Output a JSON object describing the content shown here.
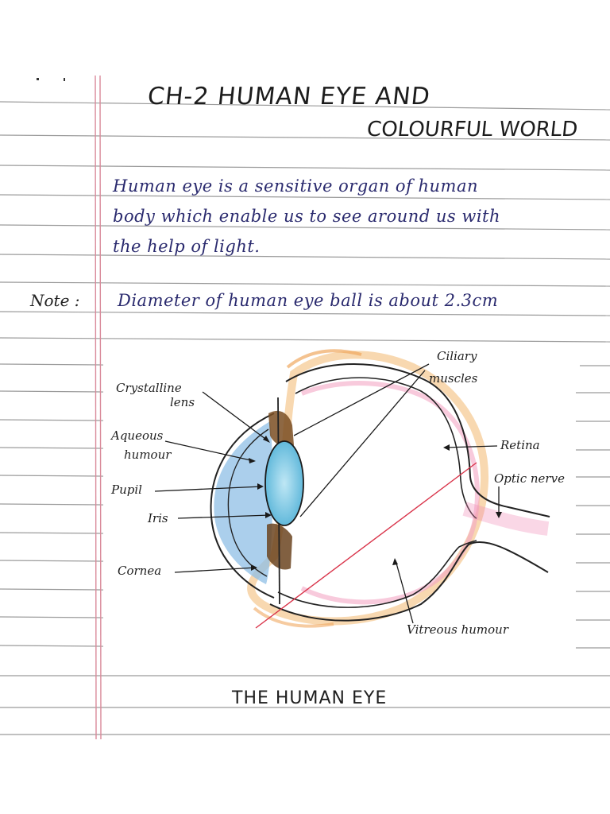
{
  "heading": {
    "line1": "CH-2   HUMAN EYE AND",
    "line2": "COLOURFUL WORLD"
  },
  "definition": {
    "line1": "Human eye is a sensitive organ of human",
    "line2": "body which enable us to see around us with",
    "line3": "the help of light."
  },
  "note": {
    "label": "Note :",
    "text": "Diameter of human eye ball is about 2.3cm"
  },
  "diagram": {
    "caption": "THE HUMAN EYE",
    "labels": {
      "crystalline_lens_1": "Crystalline",
      "crystalline_lens_2": "lens",
      "aqueous_humour_1": "Aqueous",
      "aqueous_humour_2": "humour",
      "pupil": "Pupil",
      "iris": "Iris",
      "cornea": "Cornea",
      "ciliary_muscles_1": "Ciliary",
      "ciliary_muscles_2": "muscles",
      "retina": "Retina",
      "optic_nerve": "Optic nerve",
      "vitreous_humour": "Vitreous humour"
    }
  }
}
